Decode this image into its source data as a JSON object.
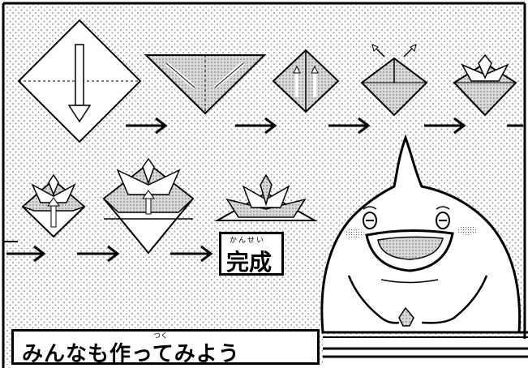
{
  "caption": {
    "text": "みんなも作ってみよう",
    "furigana": "つく"
  },
  "done_label": {
    "text": "完成",
    "furigana": "かんせい"
  },
  "colors": {
    "ink": "#000000",
    "paper": "#ffffff",
    "dot_tone": "#9a9a9a"
  },
  "steps": [
    {
      "name": "fold-square-in-half"
    },
    {
      "name": "triangle-fold-corners-down"
    },
    {
      "name": "diamond-fold-up"
    },
    {
      "name": "diamond-open-tips"
    },
    {
      "name": "fold-horns-out"
    },
    {
      "name": "fold-helmet-center"
    },
    {
      "name": "fold-bottom-up"
    },
    {
      "name": "finished-kabuto"
    }
  ]
}
